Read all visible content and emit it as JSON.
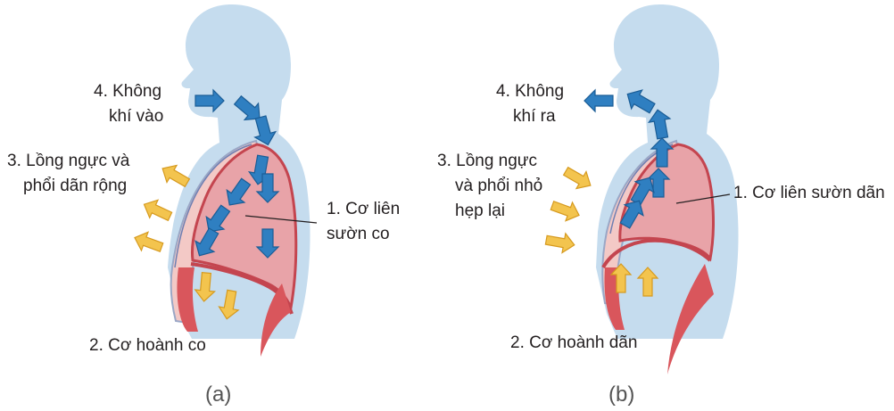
{
  "panels": [
    {
      "caption": "(a)",
      "labels": {
        "air": [
          "4. Không",
          "khí vào"
        ],
        "chest": [
          "3. Lồng ngực và",
          "phổi dãn rộng"
        ],
        "intercostal": [
          "1. Cơ liên",
          "sườn co"
        ],
        "diaphragm": [
          "2. Cơ hoành co"
        ]
      }
    },
    {
      "caption": "(b)",
      "labels": {
        "air": [
          "4. Không",
          "khí ra"
        ],
        "chest": [
          "3. Lồng ngực",
          "và phổi nhỏ",
          "hẹp lại"
        ],
        "intercostal": [
          "1. Cơ liên sườn dãn"
        ],
        "diaphragm": [
          "2. Cơ hoành dãn"
        ]
      }
    }
  ],
  "colors": {
    "body": "#c5dcee",
    "lung": "#e8a3a8",
    "lung_edge": "#c4454f",
    "rib_membrane": "#f3c9c6",
    "muscle": "#d9565c",
    "air_arrow": "#2f7fc1",
    "motion_arrow": "#f3c44e"
  },
  "icons": {
    "air_flow": "blue-arrow-icon",
    "chest_motion": "yellow-arrow-icon"
  }
}
